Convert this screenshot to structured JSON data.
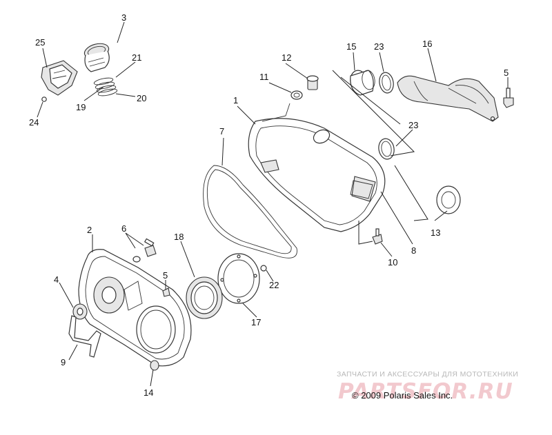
{
  "callouts": {
    "c1": "1",
    "c2": "2",
    "c3": "3",
    "c4": "4",
    "c5a": "5",
    "c5b": "5",
    "c6": "6",
    "c7": "7",
    "c8": "8",
    "c9": "9",
    "c10": "10",
    "c11": "11",
    "c12": "12",
    "c13": "13",
    "c14": "14",
    "c15": "15",
    "c16": "16",
    "c17": "17",
    "c18": "18",
    "c19": "19",
    "c20": "20",
    "c21": "21",
    "c22": "22",
    "c23a": "23",
    "c23b": "23",
    "c24": "24",
    "c25": "25"
  },
  "watermark": {
    "tagline": "ЗАПЧАСТИ И АКСЕССУАРЫ ДЛЯ МОТОТЕХНИКИ",
    "logo": "PARTSFOR.RU"
  },
  "copyright": "© 2009 Polaris Sales Inc.",
  "colors": {
    "watermark_logo": "#f2c9ce",
    "watermark_text": "#b8b8b8",
    "linework": "#333333"
  }
}
